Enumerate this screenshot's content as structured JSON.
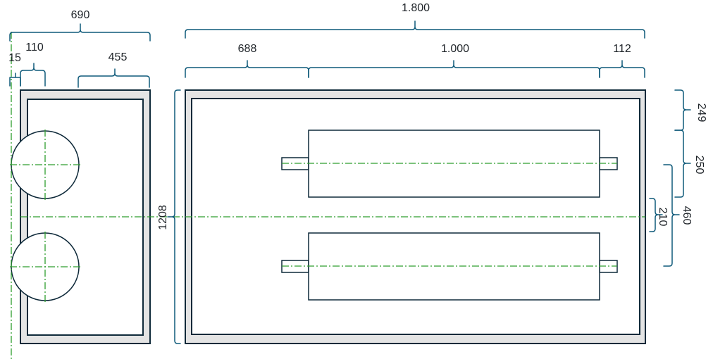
{
  "colors": {
    "outline": "#0f2a3a",
    "bracket": "#0f5a7a",
    "centerline": "#2e9e2e",
    "frame_fill": "#e4e4e4",
    "text": "#1e2328"
  },
  "dimensions": {
    "side_total": "690",
    "side_offset": "15",
    "side_roller_dia": "110",
    "side_inner": "455",
    "front_total": "1.800",
    "front_left": "688",
    "front_middle": "1.000",
    "front_right": "112",
    "height_total": "1208",
    "right_top": "249",
    "right_roller": "250",
    "right_gap": "210",
    "right_span": "460"
  }
}
